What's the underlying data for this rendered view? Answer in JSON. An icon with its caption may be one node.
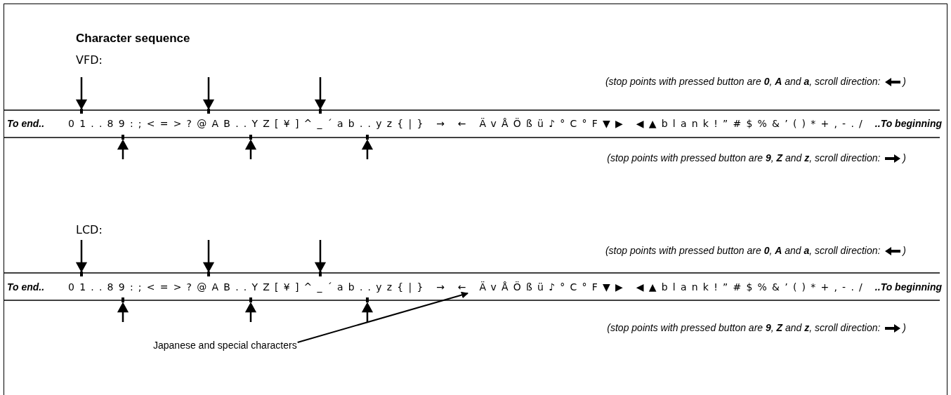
{
  "diagram": {
    "title": "Character sequence",
    "nodes": [
      {
        "text": [
          "01..89:;<=>?@AB..YZ[¥]^_´ab..yz{|} → ← ÄvÅÖßü♪°C°F▼▶ ◀▲blank!”#$%&’()*+,-./"
        ]
      },
      {
        "text": [
          "Japanese and special characters"
        ]
      }
    ],
    "edges": [
      {
        "from": 1,
        "to": 0,
        "arrow": "to"
      }
    ],
    "labels": [
      "VFD:",
      "(stop points with pressed button are **0**, **A** and **a**, scroll direction: )",
      "To end..",
      "01..89:;<=>?@AB..YZ[¥]^_´ab..yz{|} → ← ÄvÅÖßü♪°C°F▼▶ ◀▲blank!”#$%&’()*+,-./",
      "..To beginning",
      "(stop points with pressed button are **9**, **Z** and **z**, scroll direction: )",
      "LCD:",
      "(stop points with pressed button are **0**, **A** and **a**, scroll direction: )",
      "To end..",
      "..To beginning",
      "(stop points with pressed button are **9**, **Z** and **z**, scroll direction: )"
    ]
  }
}
